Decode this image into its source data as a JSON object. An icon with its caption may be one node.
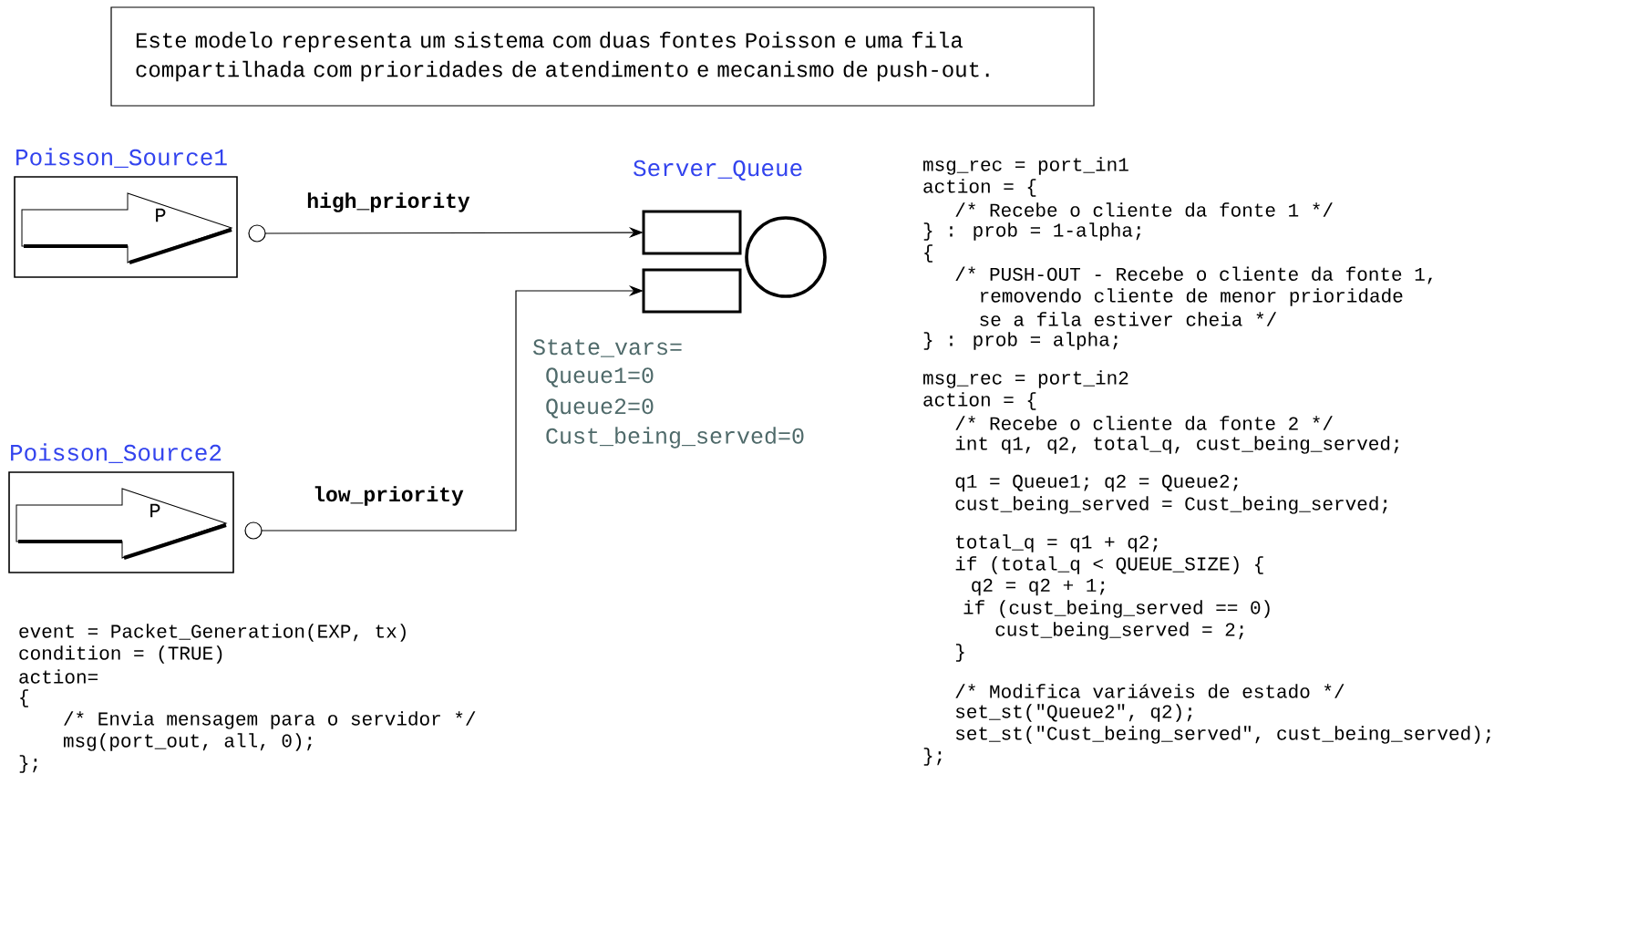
{
  "diagram": {
    "nodes": [
      {
        "text": [
          "Este modelo representa um sistema com duas fontes Poisson e uma fila compartilhada com prioridades de atendimento e mecanismo de push-out."
        ]
      },
      {
        "text": [
          "Poisson_Source1",
          "P"
        ]
      },
      {
        "text": [],
        "shape": "circle"
      },
      {
        "text": [],
        "shape": "box"
      },
      {
        "text": [],
        "shape": "circle"
      },
      {
        "text": [],
        "shape": "box"
      },
      {
        "text": [
          "Poisson_Source2",
          "P"
        ]
      },
      {
        "text": [],
        "shape": "circle"
      }
    ],
    "edges": [
      {
        "from": 2,
        "to": 3,
        "arrow": "to",
        "label": "high_priority"
      },
      {
        "from": 7,
        "to": 5,
        "arrow": "to",
        "label": "low_priority"
      }
    ],
    "labels": [
      "Server_Queue",
      "State_vars=",
      "Queue1=0",
      "Queue2=0",
      "Cust_being_served=0",
      "event = Packet_Generation(EXP, tx)",
      "condition = (TRUE)",
      "action=",
      "{",
      "/* Envia mensagem para o servidor */",
      "msg(port_out, all, 0);",
      "};",
      "msg_rec = port_in1",
      "action = {",
      "/* Recebe o cliente da fonte 1 */",
      "} : prob = 1-alpha;",
      "{",
      "/* PUSH-OUT - Recebe o cliente da fonte 1,",
      "removendo cliente de menor prioridade",
      "se a fila estiver cheia */",
      "} : prob = alpha;",
      "msg_rec = port_in2",
      "action = {",
      "/* Recebe o cliente da fonte 2 */",
      "int q1, q2, total_q, cust_being_served;",
      "q1 = Queue1; q2 = Queue2;",
      "cust_being_served = Cust_being_served;",
      "total_q = q1 + q2;",
      "if (total_q < QUEUE_SIZE) {",
      "q2 = q2 + 1;",
      "if (cust_being_served == 0)",
      "cust_being_served = 2;",
      "}",
      "/* Modifica variáveis de estado */",
      "set_st(\"Queue2\", q2);",
      "set_st(\"Cust_being_served\", cust_being_served);",
      "};"
    ]
  }
}
